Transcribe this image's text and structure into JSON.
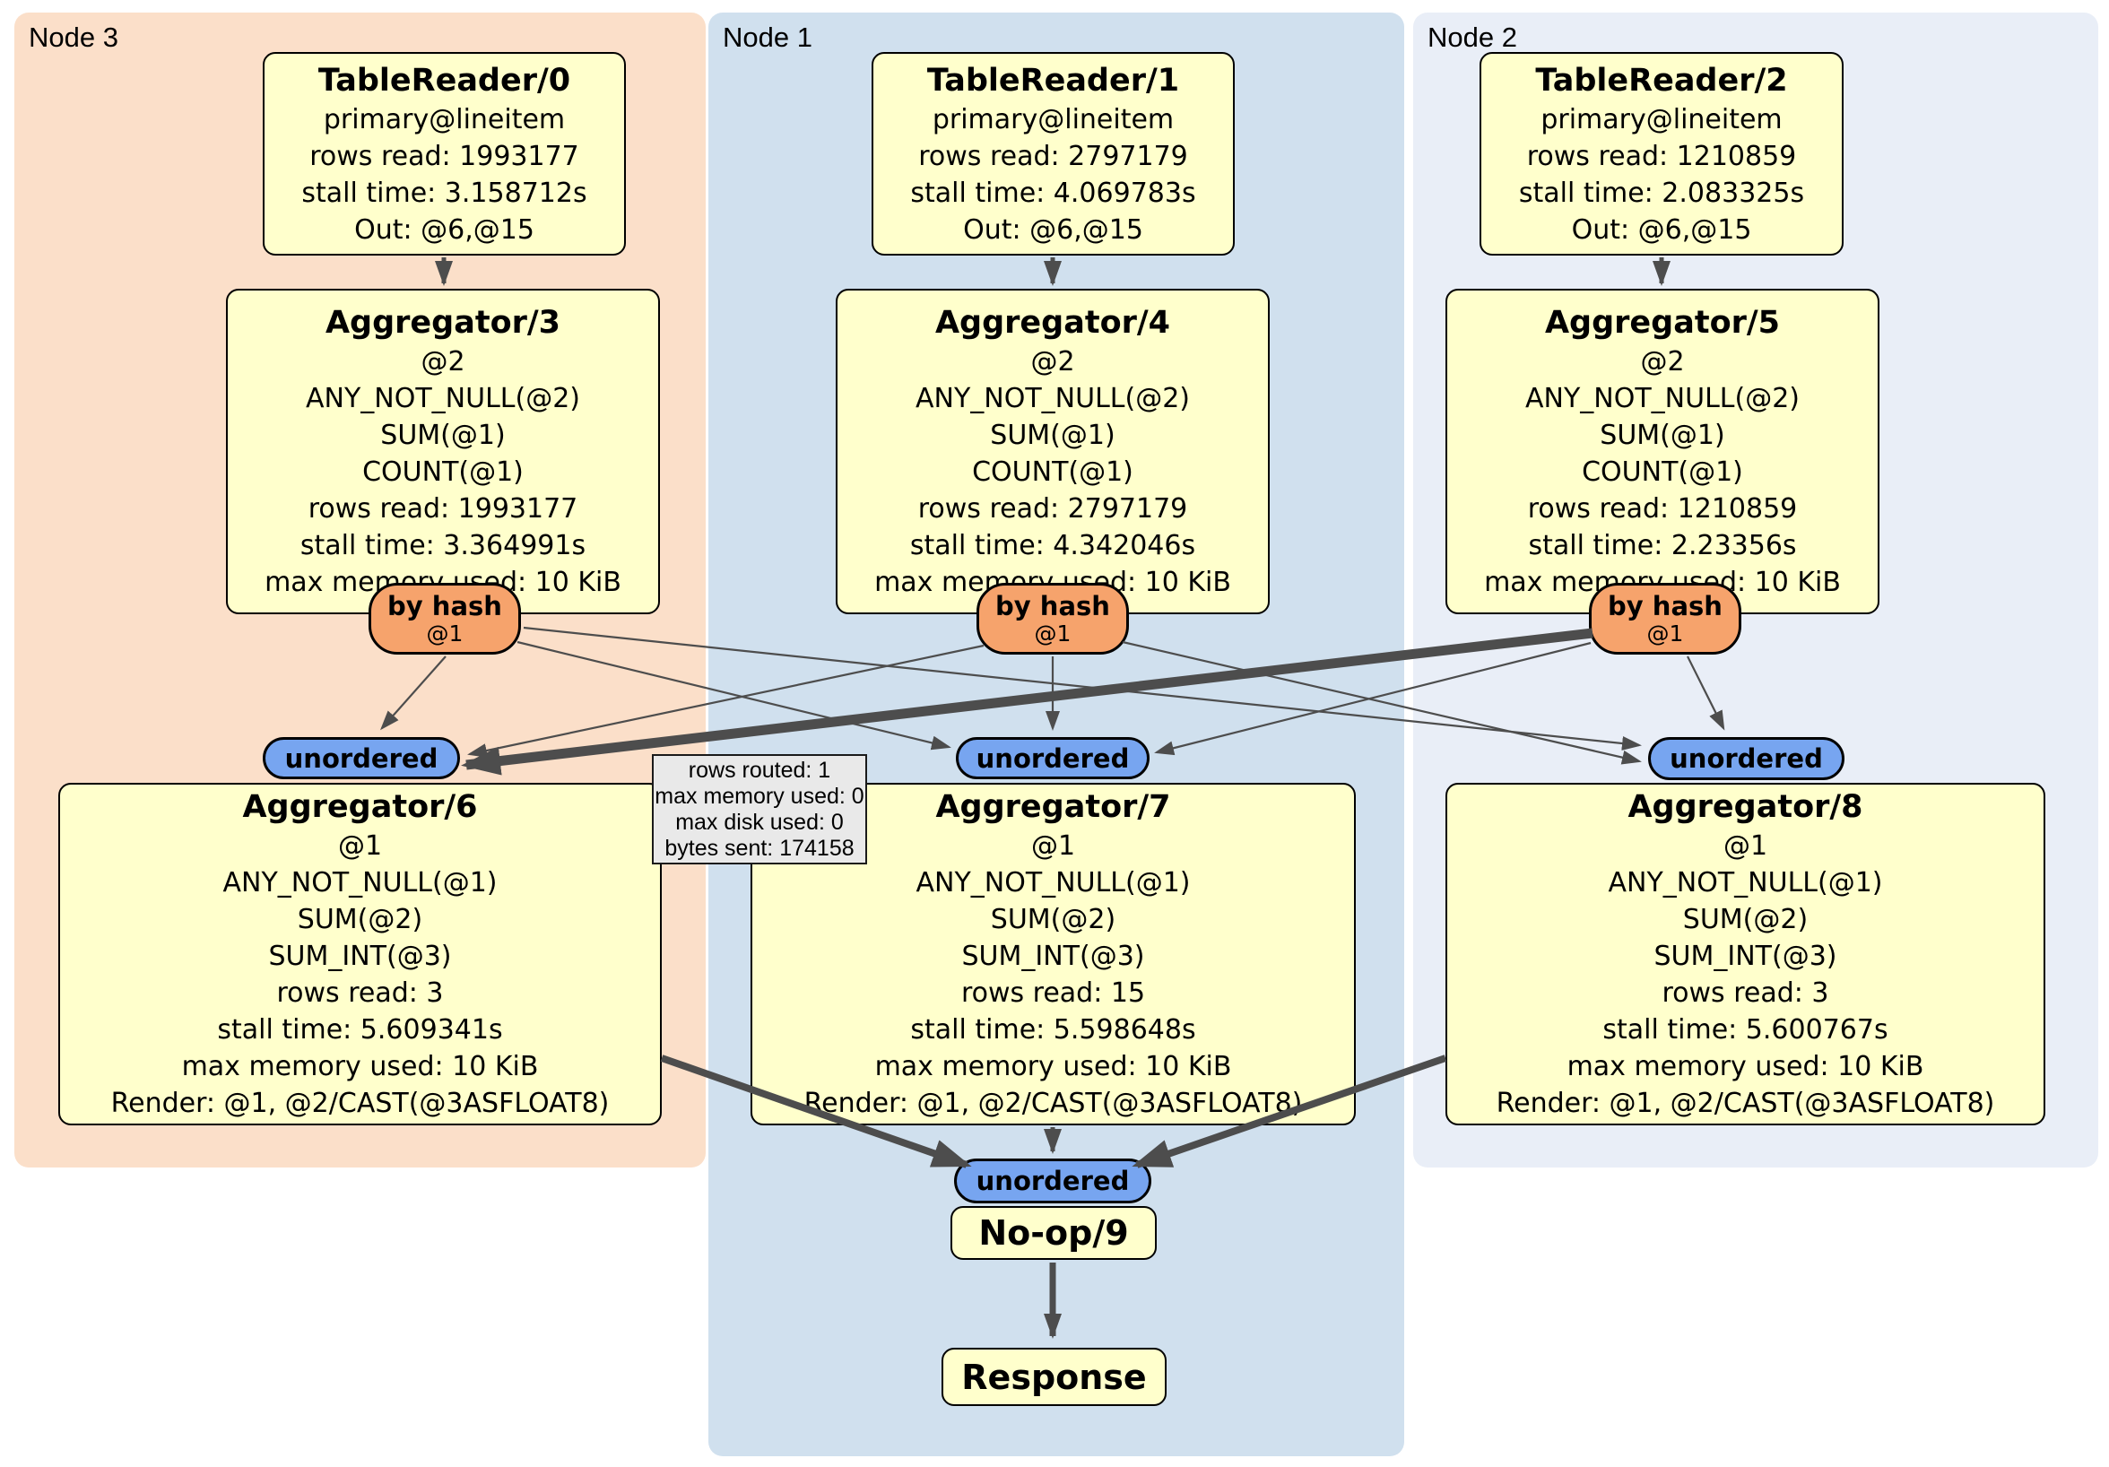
{
  "colors": {
    "node3_bg": "#FBDFC9",
    "node1_bg": "#D0E0EE",
    "node2_bg": "#E9EEF7",
    "box_bg": "#FFFFCC",
    "router_bg": "#F6A36C",
    "sync_bg": "#77A5F0",
    "tooltip_bg": "#E9E9E9",
    "edge": "#4D4D4D"
  },
  "panels": {
    "node3": {
      "label": "Node 3"
    },
    "node1": {
      "label": "Node 1"
    },
    "node2": {
      "label": "Node 2"
    }
  },
  "boxes": {
    "tr0": {
      "title": "TableReader/0",
      "lines": [
        "primary@lineitem",
        "rows read: 1993177",
        "stall time: 3.158712s",
        "Out: @6,@15"
      ]
    },
    "tr1": {
      "title": "TableReader/1",
      "lines": [
        "primary@lineitem",
        "rows read: 2797179",
        "stall time: 4.069783s",
        "Out: @6,@15"
      ]
    },
    "tr2": {
      "title": "TableReader/2",
      "lines": [
        "primary@lineitem",
        "rows read: 1210859",
        "stall time: 2.083325s",
        "Out: @6,@15"
      ]
    },
    "agg3": {
      "title": "Aggregator/3",
      "lines": [
        "@2",
        "ANY_NOT_NULL(@2)",
        "SUM(@1)",
        "COUNT(@1)",
        "rows read: 1993177",
        "stall time: 3.364991s",
        "max memory used: 10 KiB"
      ]
    },
    "agg4": {
      "title": "Aggregator/4",
      "lines": [
        "@2",
        "ANY_NOT_NULL(@2)",
        "SUM(@1)",
        "COUNT(@1)",
        "rows read: 2797179",
        "stall time: 4.342046s",
        "max memory used: 10 KiB"
      ]
    },
    "agg5": {
      "title": "Aggregator/5",
      "lines": [
        "@2",
        "ANY_NOT_NULL(@2)",
        "SUM(@1)",
        "COUNT(@1)",
        "rows read: 1210859",
        "stall time: 2.23356s",
        "max memory used: 10 KiB"
      ]
    },
    "agg6": {
      "title": "Aggregator/6",
      "lines": [
        "@1",
        "ANY_NOT_NULL(@1)",
        "SUM(@2)",
        "SUM_INT(@3)",
        "rows read: 3",
        "stall time: 5.609341s",
        "max memory used: 10 KiB",
        "Render: @1, @2/CAST(@3ASFLOAT8)"
      ]
    },
    "agg7": {
      "title": "Aggregator/7",
      "lines": [
        "@1",
        "ANY_NOT_NULL(@1)",
        "SUM(@2)",
        "SUM_INT(@3)",
        "rows read: 15",
        "stall time: 5.598648s",
        "max memory used: 10 KiB",
        "Render: @1, @2/CAST(@3ASFLOAT8)"
      ]
    },
    "agg8": {
      "title": "Aggregator/8",
      "lines": [
        "@1",
        "ANY_NOT_NULL(@1)",
        "SUM(@2)",
        "SUM_INT(@3)",
        "rows read: 3",
        "stall time: 5.600767s",
        "max memory used: 10 KiB",
        "Render: @1, @2/CAST(@3ASFLOAT8)"
      ]
    },
    "noop": {
      "title": "No-op/9"
    },
    "response": {
      "title": "Response"
    }
  },
  "routers": {
    "bh3": {
      "label": "by hash",
      "sub": "@1"
    },
    "bh1": {
      "label": "by hash",
      "sub": "@1"
    },
    "bh2": {
      "label": "by hash",
      "sub": "@1"
    }
  },
  "syncs": {
    "uo3": {
      "label": "unordered"
    },
    "uo1": {
      "label": "unordered"
    },
    "uo2": {
      "label": "unordered"
    },
    "uo_final": {
      "label": "unordered"
    }
  },
  "tooltip": {
    "lines": [
      "rows routed: 1",
      "max memory used: 0",
      "max disk used: 0",
      "bytes sent: 174158"
    ]
  }
}
